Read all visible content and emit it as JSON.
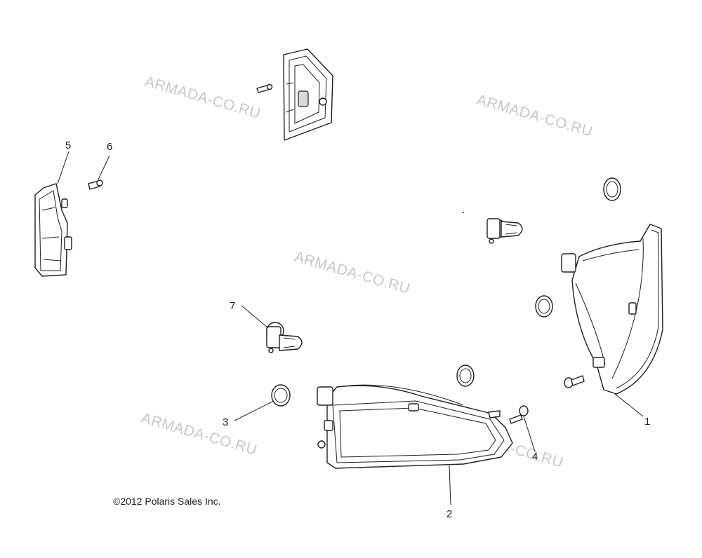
{
  "diagram": {
    "copyright": "©2012 Polaris Sales Inc.",
    "watermark": "ARMADA-CO.RU",
    "callouts": [
      "1",
      "2",
      "3",
      "4",
      "5",
      "6",
      "7"
    ]
  }
}
